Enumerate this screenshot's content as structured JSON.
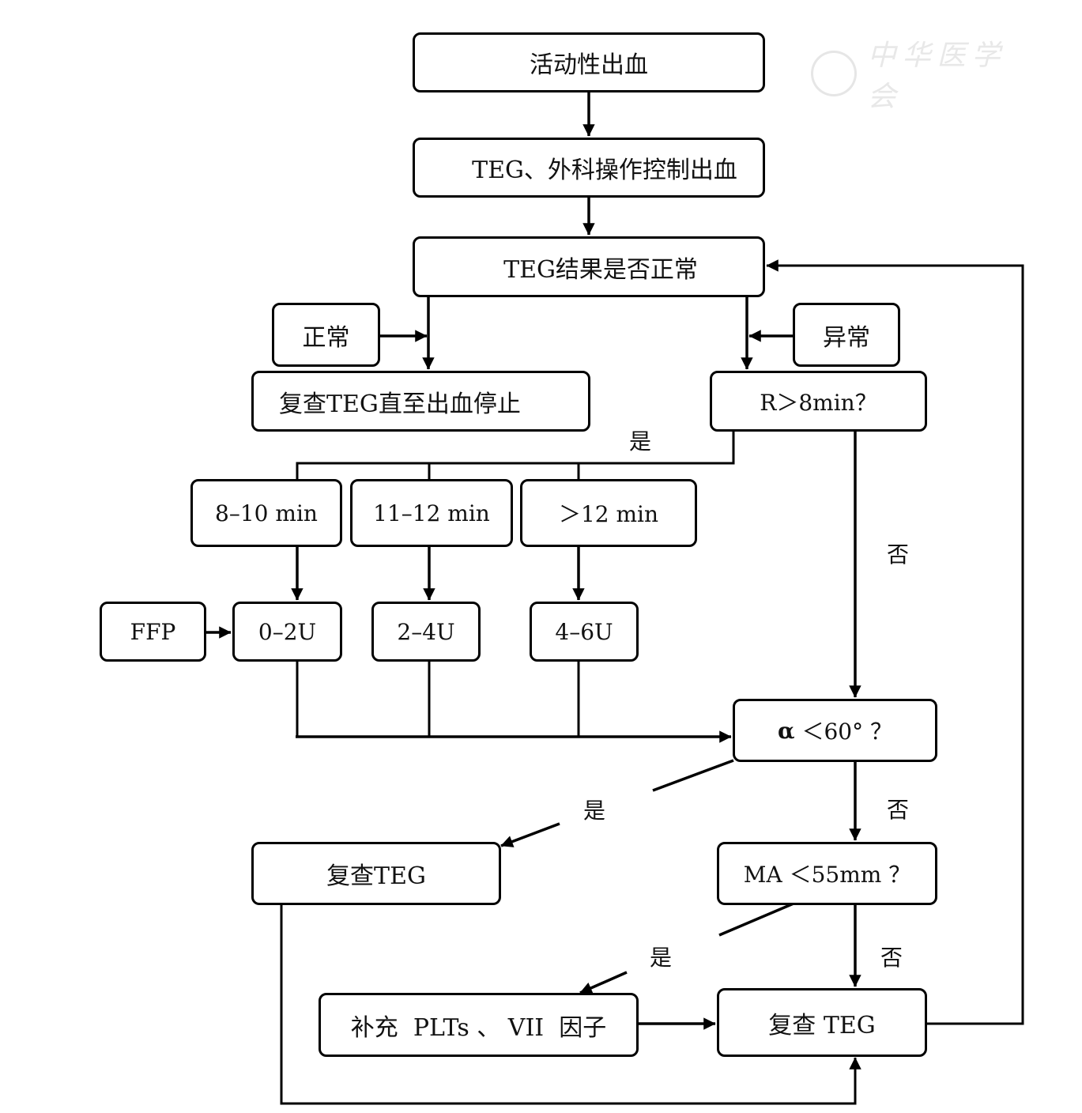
{
  "watermark": {
    "text": "中华医学会",
    "icon": "society-emblem-icon"
  },
  "nodes": {
    "active_bleeding": "活动性出血",
    "teg_surgical": "TEG、外科操作控制出血",
    "teg_normal_q": "TEG结果是否正常",
    "normal": "正常",
    "abnormal": "异常",
    "recheck_until_stop": "复查TEG直至出血停止",
    "r_gt_8": "R＞8min？",
    "r_8_10": "8–10 min",
    "r_11_12": "11–12 min",
    "r_gt_12": "＞12 min",
    "ffp": "FFP",
    "u_0_2": "0–2U",
    "u_2_4": "2–4U",
    "u_4_6": "4–6U",
    "alpha_symbol": "α",
    "alpha_rest": " ＜60° ？",
    "recheck_teg_left": "复查TEG",
    "ma_lt_55": "MA ＜55mm ？",
    "supplement": "补充  PLTs 、 VII  因子",
    "recheck_teg_right": "复查 TEG"
  },
  "edge_labels": {
    "yes_r": "是",
    "no_r": "否",
    "yes_alpha": "是",
    "no_alpha": "否",
    "yes_ma": "是",
    "no_ma": "否"
  }
}
